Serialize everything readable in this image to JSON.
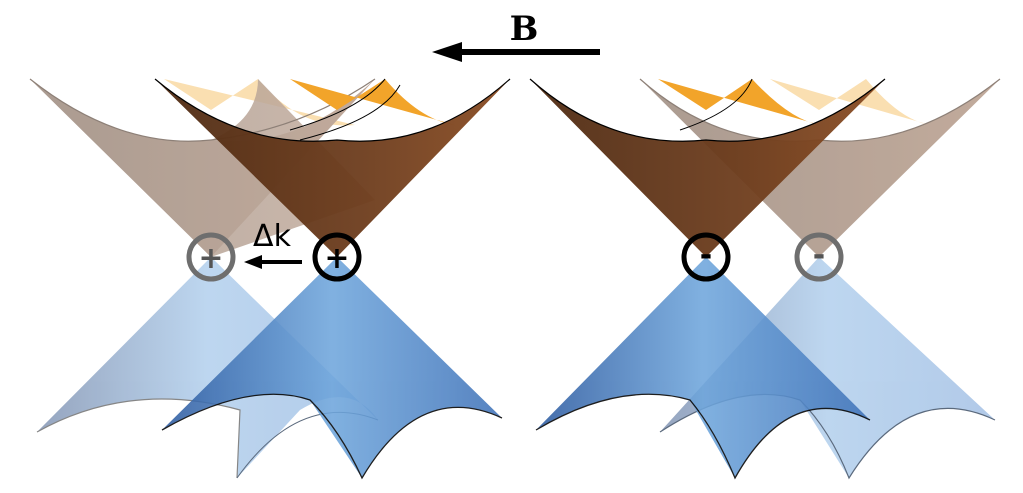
{
  "field": {
    "label": "B",
    "direction": "left"
  },
  "shift": {
    "label": "Δk",
    "direction": "left"
  },
  "pairs": [
    {
      "name": "positive-chirality",
      "nodes": [
        {
          "role": "original",
          "chirality": "+",
          "style": "faded"
        },
        {
          "role": "shifted",
          "chirality": "+",
          "style": "solid"
        }
      ]
    },
    {
      "name": "negative-chirality",
      "nodes": [
        {
          "role": "shifted",
          "chirality": "-",
          "style": "solid"
        },
        {
          "role": "original",
          "chirality": "-",
          "style": "faded"
        }
      ]
    }
  ],
  "colors": {
    "upper_cone_solid": "#7a4420",
    "upper_cone_inner": "#f2a42a",
    "upper_cone_faded": "#b49a8a",
    "upper_cone_faded_inner": "#f7d08c",
    "lower_cone_solid": "#4f86cc",
    "lower_cone_faded": "#b3cfec",
    "ring_solid": "#000000",
    "ring_faded": "#6e6e6e"
  }
}
